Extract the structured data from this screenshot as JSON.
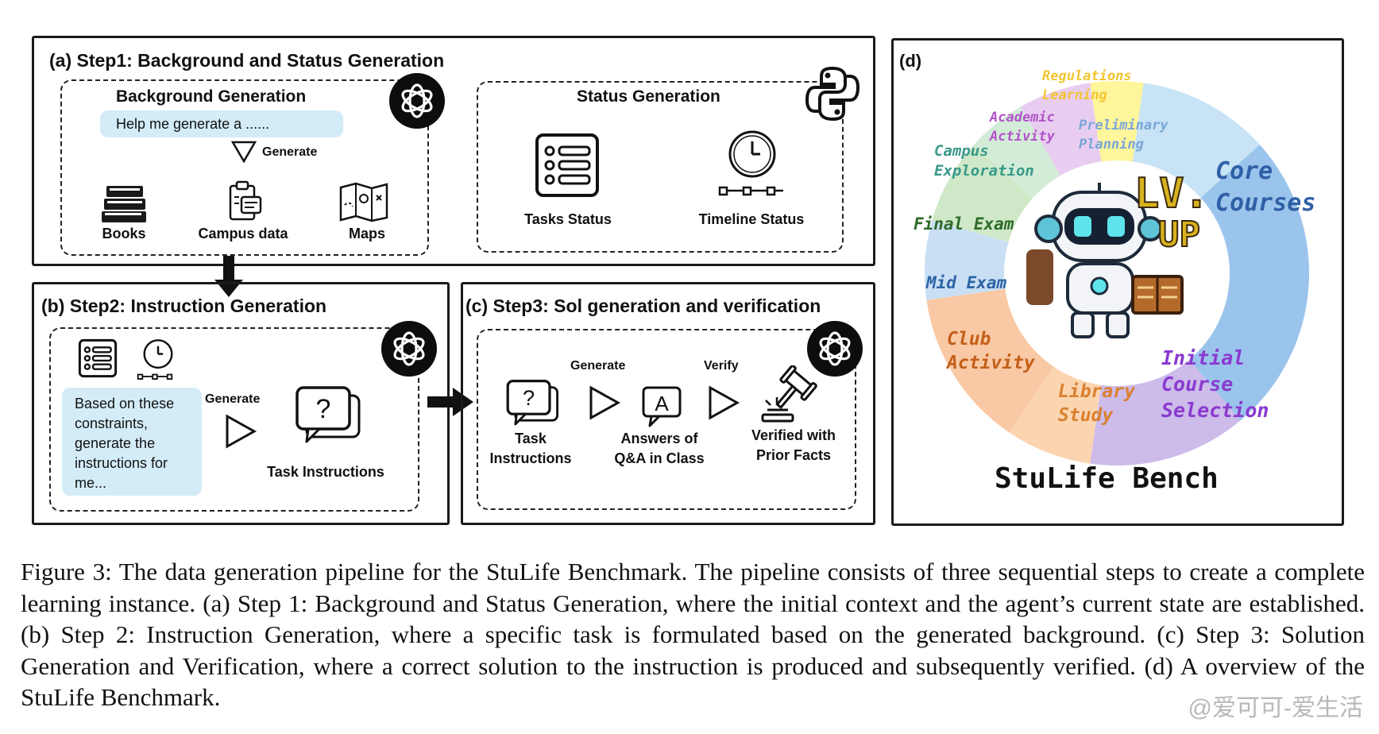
{
  "panel_a": {
    "title": "(a) Step1: Background and Status Generation",
    "background": {
      "title": "Background Generation",
      "prompt": "Help me generate a ......",
      "generate_label": "Generate",
      "items": [
        "Books",
        "Campus data",
        "Maps"
      ]
    },
    "status": {
      "title": "Status Generation",
      "items": [
        "Tasks Status",
        "Timeline Status"
      ]
    }
  },
  "panel_b": {
    "title": "(b) Step2: Instruction Generation",
    "prompt": "Based on these constraints, generate the instructions for me...",
    "generate_label": "Generate",
    "output_label": "Task Instructions"
  },
  "panel_c": {
    "title": "(c) Step3: Sol generation and verification",
    "generate_label": "Generate",
    "verify_label": "Verify",
    "items": [
      "Task Instructions",
      "Answers of Q&A in Class",
      "Verified with Prior Facts"
    ]
  },
  "panel_d": {
    "tag": "(d)",
    "bench_title": "StuLife Bench",
    "badge_lv": "LV.",
    "badge_up": "UP",
    "segments": [
      {
        "label": "Regulations Learning",
        "color": "#fff59a",
        "text_color": "#f2c531"
      },
      {
        "label": "Preliminary Planning",
        "color": "#c7e3f5",
        "text_color": "#7aa6d8"
      },
      {
        "label": "Core Courses",
        "color": "#9ac4ec",
        "text_color": "#2f5fa6"
      },
      {
        "label": "Initial Course Selection",
        "color": "#cdbbea",
        "text_color": "#8a3ad0"
      },
      {
        "label": "Library Study",
        "color": "#fbd5b0",
        "text_color": "#d9802f"
      },
      {
        "label": "Club Activity",
        "color": "#f9c9a5",
        "text_color": "#c35f1a"
      },
      {
        "label": "Mid Exam",
        "color": "#c9dff4",
        "text_color": "#2d64a5"
      },
      {
        "label": "Final Exam",
        "color": "#cfe9c8",
        "text_color": "#2f6b2a"
      },
      {
        "label": "Campus Exploration",
        "color": "#d3ecd8",
        "text_color": "#3a9a8a"
      },
      {
        "label": "Academic Activity",
        "color": "#e8cdf1",
        "text_color": "#b154c9"
      }
    ]
  },
  "caption": "Figure 3: The data generation pipeline for the StuLife Benchmark. The pipeline consists of three sequential steps to create a complete learning instance. (a) Step 1: Background and Status Generation, where the initial context and the agent’s current state are established. (b) Step 2: Instruction Generation, where a specific task is formulated based on the generated background. (c) Step 3: Solution Generation and Verification, where a correct solution to the instruction is produced and subsequently verified. (d) A overview of the StuLife Benchmark.",
  "watermark": "@爱可可-爱生活"
}
